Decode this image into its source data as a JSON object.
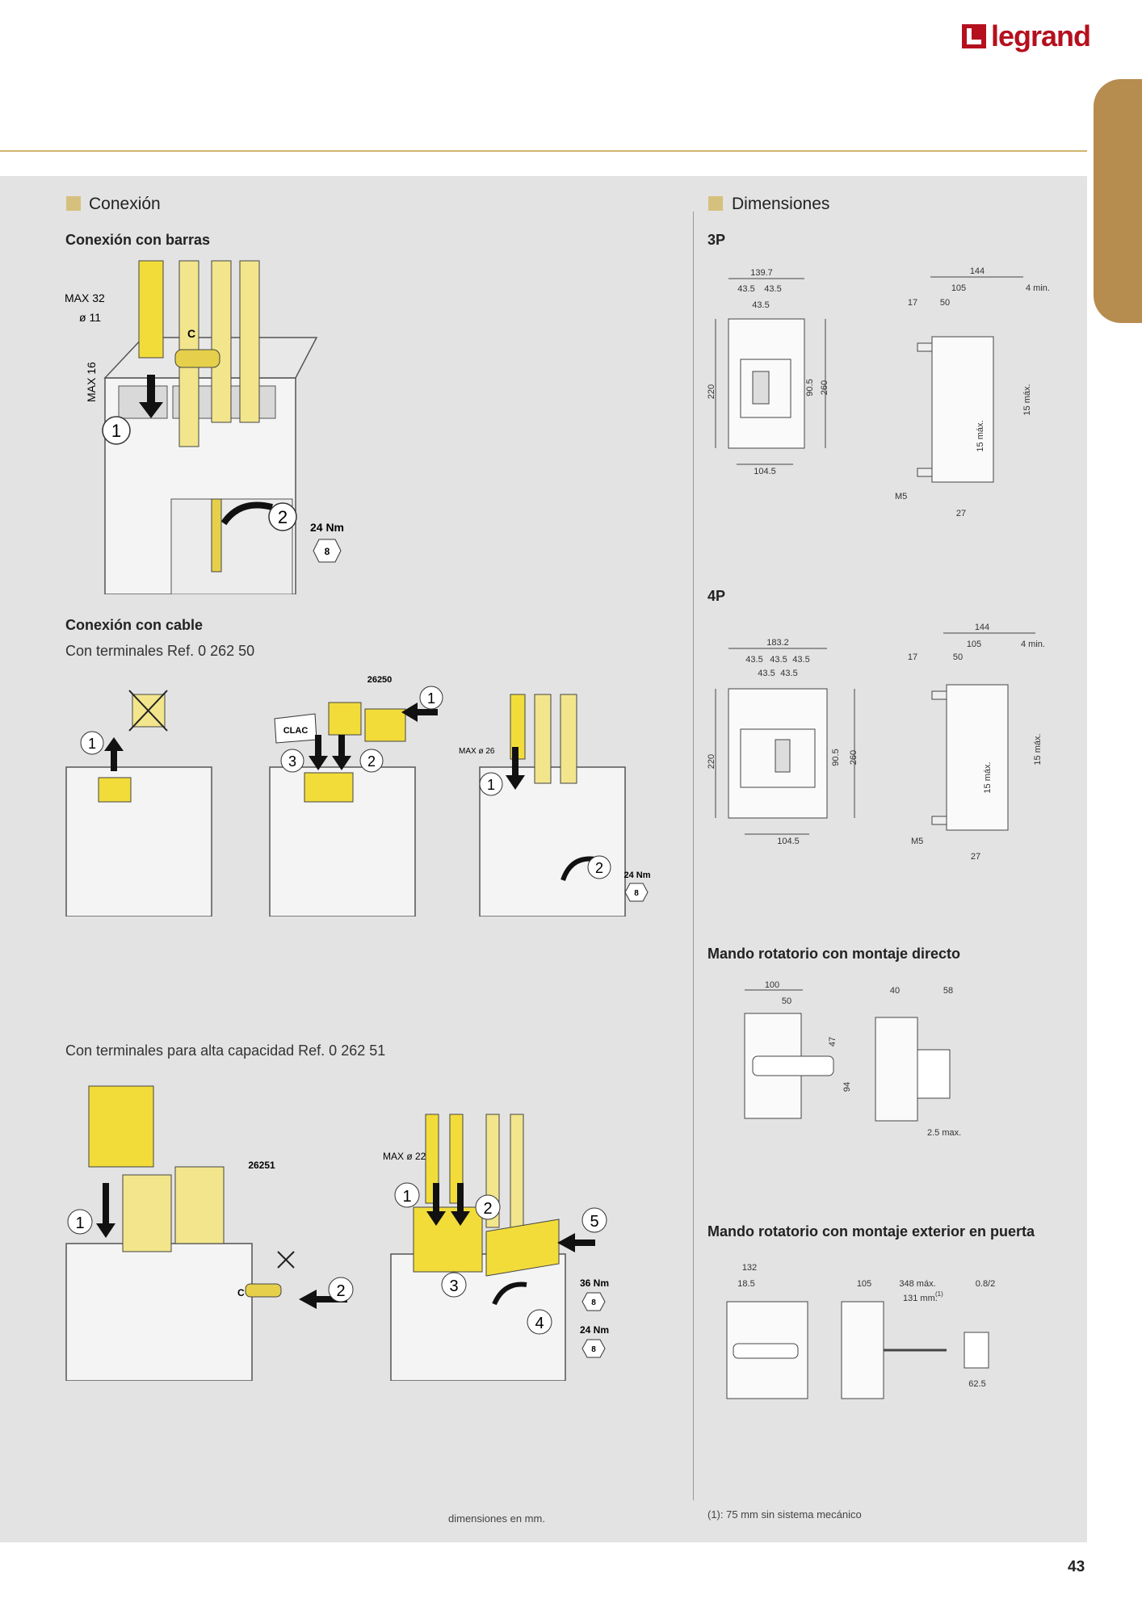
{
  "brand": {
    "logo_text": "legrand",
    "color": "#b5101e"
  },
  "accent": {
    "gold": "#d6c07d",
    "tab": "#b78c4f",
    "yellow": "#f2dc3a"
  },
  "left": {
    "title": "Conexión",
    "barras": {
      "heading": "Conexión con barras",
      "labels": {
        "max32": "MAX 32",
        "d11": "ø 11",
        "max16": "MAX 16",
        "c": "C",
        "torque": "24 Nm",
        "n1": "1",
        "n2": "2",
        "hex": "8"
      }
    },
    "cable": {
      "heading": "Conexión con cable",
      "subheading": "Con terminales Ref. 0 262 50",
      "labels": {
        "ref": "26250",
        "clac": "CLAC",
        "max26": "MAX ø 26",
        "torque": "24 Nm",
        "hex": "8",
        "n1": "1",
        "n2": "2",
        "n3": "3"
      }
    },
    "alta": {
      "subheading": "Con terminales para alta capacidad Ref. 0 262 51",
      "labels": {
        "ref": "26251",
        "c": "C",
        "max22": "MAX ø 22",
        "torque36": "36 Nm",
        "torque24": "24 Nm",
        "hex": "8",
        "n1": "1",
        "n2": "2",
        "n3": "3",
        "n4": "4",
        "n5": "5"
      }
    },
    "footnote": "dimensiones en mm."
  },
  "right": {
    "title": "Dimensiones",
    "p3": {
      "heading": "3P",
      "front": {
        "w1": "139.7",
        "d1": "43.5",
        "d2": "43.5",
        "d3": "43.5",
        "h1": "220",
        "h2": "90.5",
        "h3": "260",
        "bottom": "104.5"
      },
      "side": {
        "w": "144",
        "w2": "105",
        "min": "4 min.",
        "a": "17",
        "b": "50",
        "max1": "15 máx.",
        "max2": "15 máx.",
        "m5": "M5",
        "c": "27"
      }
    },
    "p4": {
      "heading": "4P",
      "front": {
        "w1": "183.2",
        "d1": "43.5",
        "d2": "43.5",
        "d3": "43.5",
        "d4": "43.5",
        "d5": "43.5",
        "h1": "220",
        "h2": "90.5",
        "h3": "260",
        "bottom": "104.5"
      },
      "side": {
        "w": "144",
        "w2": "105",
        "min": "4 min.",
        "a": "17",
        "b": "50",
        "max1": "15 máx.",
        "max2": "15 máx.",
        "m5": "M5",
        "c": "27"
      }
    },
    "directo": {
      "heading": "Mando rotatorio con montaje directo",
      "labels": {
        "a": "100",
        "b": "50",
        "c": "47",
        "d": "94",
        "e": "40",
        "f": "58",
        "g": "2.5 max."
      }
    },
    "puerta": {
      "heading": "Mando rotatorio con montaje exterior en puerta",
      "labels": {
        "a": "132",
        "b": "18.5",
        "c": "105",
        "d": "348 máx.",
        "e": "131 mm.",
        "sup": "(1)",
        "f": "0.8/2",
        "g": "62.5"
      }
    },
    "footnote": "(1): 75 mm sin sistema mecánico"
  },
  "page_number": "43"
}
